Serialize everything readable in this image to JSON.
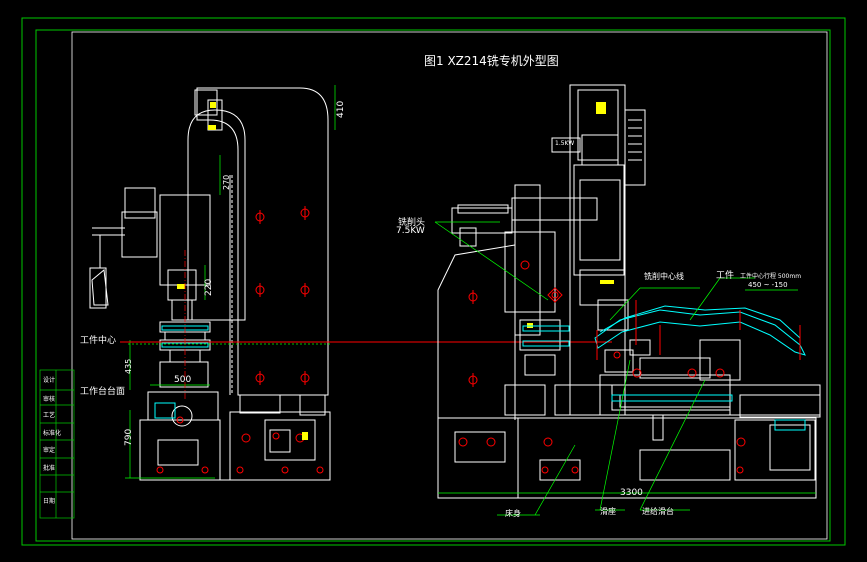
{
  "title": "图1  XZ214铣专机外型图",
  "labels": {
    "work_center": "工件中心",
    "worktable_plane": "工作台台面",
    "milling_head": "铣削头",
    "milling_power": "7.5KW",
    "motor_power": "1.5KW",
    "spindle_center_line": "铣削中心线",
    "workpiece": "工件",
    "workpiece_spec": "工件中心行程 500mm",
    "workpiece_range": "450 ~ -150",
    "bed": "床身",
    "slide": "滑座",
    "feed_table": "进给滑台"
  },
  "dimensions": {
    "d410": "410",
    "d270": "270",
    "d220": "220",
    "d435": "435",
    "d500": "500",
    "d790": "790",
    "d3300": "3300"
  },
  "title_block": {
    "rows": [
      "设计",
      "审核",
      "工艺",
      "标准化",
      "审定",
      "批准",
      "日期"
    ]
  },
  "colors": {
    "frame": "#00c800",
    "machine": "#ffffff",
    "dimension": "#00ff00",
    "center_line": "#ff0000",
    "leader": "#00ff00",
    "hatch": "#00ffff",
    "bolt": "#ff0000",
    "accent": "#ffff00"
  }
}
